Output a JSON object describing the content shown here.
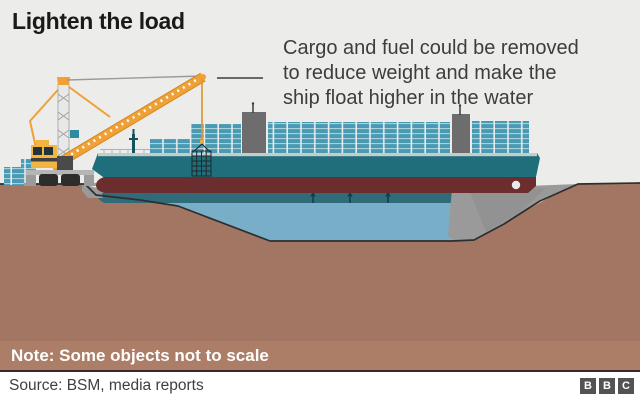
{
  "header": {
    "title": "Lighten the load"
  },
  "annotation": {
    "lines": [
      "Cargo and fuel could be removed",
      "to reduce weight and make the",
      "ship float higher in the water"
    ]
  },
  "note": {
    "text": "Note: Some objects not to scale"
  },
  "footer": {
    "source": "Source: BSM, media reports",
    "logo_letters": [
      "B",
      "B",
      "C"
    ]
  },
  "illustration": {
    "scene": "Cross-section of canal with grounded container ship; shore crane lifting containers off the deck; arrows show ship rising in the water",
    "elements": [
      "harbor-crane-icon",
      "cargo-ship-icon",
      "container-stacks-icon",
      "canal-water",
      "up-arrows-icon",
      "canal-banks",
      "lifted-container-bundle-icon"
    ]
  },
  "palette": {
    "bg": "#ececea",
    "ground": "#a37663",
    "note_bar": "#ac7e67",
    "note_line": "#372a28",
    "footer_bg": "#ffffff",
    "title": "#1a1a1a",
    "text": "#3d3d3d",
    "note_text": "#ffffff",
    "water": "#79aec8",
    "water_dark": "#2f6b79",
    "rock": "#9a9a9a",
    "rock_dark": "#8d8d8d",
    "outline": "#2e2e2e",
    "hull_teal": "#1f6e7c",
    "hull_maroon": "#6b2d2d",
    "deck": "#c6cccc",
    "container": "#4a9ab3",
    "container_stripe": "#a6d2dc",
    "container_gap": "#e8ecec",
    "superstructure": "#6d6d6d",
    "crane_orange": "#f0a136",
    "crane_orange_dark": "#d4881f",
    "crane_yellow": "#f3b440",
    "crane_dark": "#2d2d2d",
    "crane_gray": "#b5b5b5",
    "bbc_gray": "#535353",
    "arrow": "#123f4a",
    "propeller": "#e9e9e9"
  }
}
